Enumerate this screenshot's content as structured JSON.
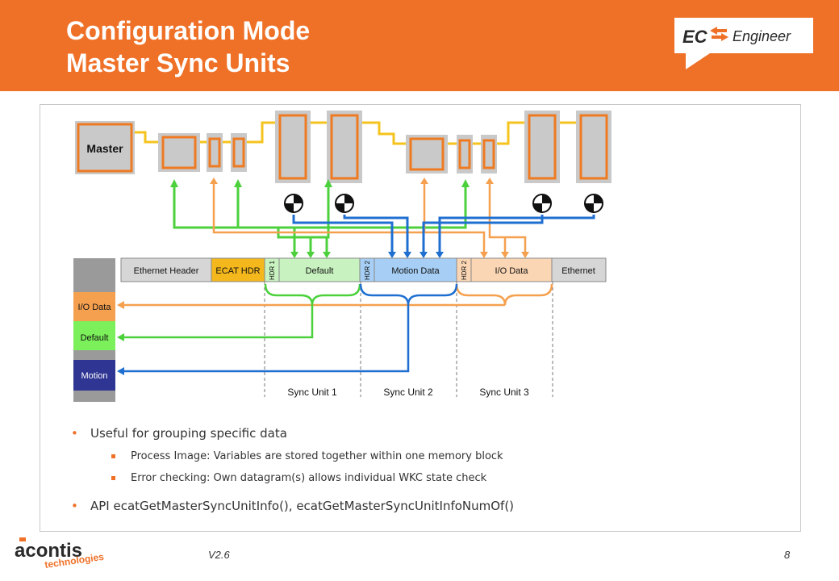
{
  "header": {
    "title_line1": "Configuration Mode",
    "title_line2": "Master Sync Units",
    "logo_ec": "EC",
    "logo_engineer": "Engineer"
  },
  "diagram": {
    "master_label": "Master",
    "frame": {
      "ethernet_header": "Ethernet Header",
      "ecat_hdr": "ECAT HDR",
      "hdr1": "HDR 1",
      "default": "Default",
      "hdr2a": "HDR 2",
      "motion_data": "Motion Data",
      "hdr2b": "HDR 2",
      "io_data": "I/O Data",
      "ethernet": "Ethernet"
    },
    "process_image": {
      "io_data": "I/O Data",
      "default": "Default",
      "motion": "Motion"
    },
    "sync_units": [
      "Sync Unit 1",
      "Sync Unit 2",
      "Sync Unit 3"
    ],
    "colors": {
      "green": "#4cd13d",
      "blue": "#1f6fd1",
      "orange": "#f5a04f",
      "module_border": "#ee7a22",
      "module_fill": "#c9c9c9",
      "cable": "#f5c31d",
      "default_box": "#7bf05a",
      "motion_box": "#2e3592"
    }
  },
  "bullets": {
    "b1": "Useful for grouping specific data",
    "b1_sub1": "Process Image: Variables are stored together within one memory block",
    "b1_sub2": "Error checking: Own datagram(s) allows individual WKC state check",
    "b2": "API ecatGetMasterSyncUnitInfo(),  ecatGetMasterSyncUnitInfoNumOf()"
  },
  "footer": {
    "version": "V2.6",
    "page": "8",
    "company_1": "acontis",
    "company_2": "technologies"
  }
}
